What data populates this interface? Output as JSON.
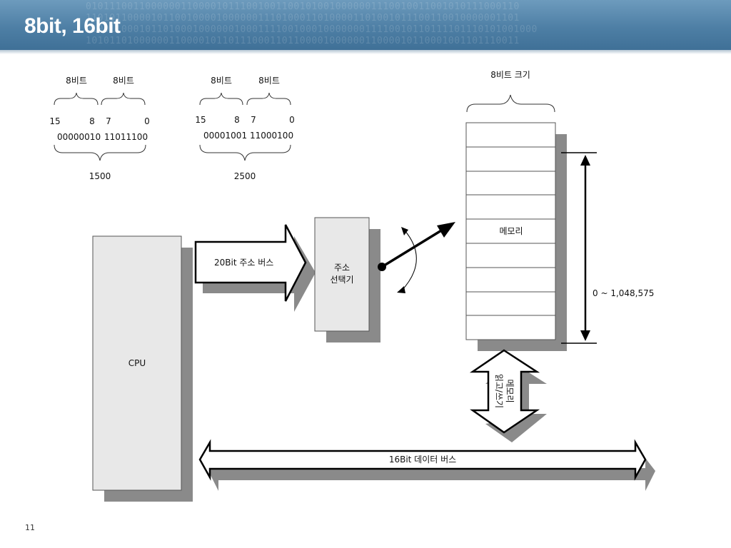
{
  "slide": {
    "title": "8bit, 16bit",
    "page_number": "11"
  },
  "example1": {
    "high_label": "8비트",
    "low_label": "8비트",
    "bit15": "15",
    "bit8": "8",
    "bit7": "7",
    "bit0": "0",
    "high_bits": "00000010",
    "low_bits": "11011100",
    "decimal": "1500"
  },
  "example2": {
    "high_label": "8비트",
    "low_label": "8비트",
    "bit15": "15",
    "bit8": "8",
    "bit7": "7",
    "bit0": "0",
    "high_bits": "00001001",
    "low_bits": "11000100",
    "decimal": "2500"
  },
  "memory": {
    "cell_size_label": "8비트 크기",
    "label": "메모리",
    "range_label": "0 ~ 1,048,575"
  },
  "cpu": {
    "label": "CPU"
  },
  "address_bus": {
    "label": "20Bit 주소 버스"
  },
  "address_selector": {
    "line1": "주소",
    "line2": "선택기"
  },
  "memory_rw": {
    "line1": "메모리",
    "line2": "읽고/쓰기"
  },
  "data_bus": {
    "label": "16Bit 데이터 버스"
  }
}
